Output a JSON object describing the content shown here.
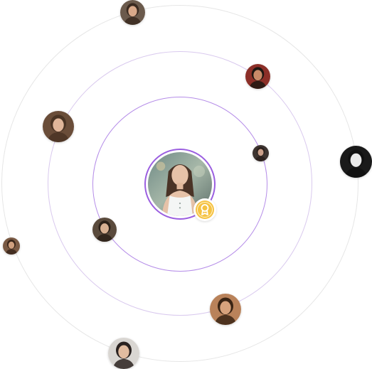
{
  "orbit": {
    "center_profile": {
      "label": "center profile",
      "ring_color": "#9b5fe0",
      "badge_icon": "ribbon-award-icon",
      "badge_color": "#f5c242"
    },
    "rings": [
      {
        "name": "inner",
        "color": "#b58de8"
      },
      {
        "name": "middle",
        "color": "#d9c9ee"
      },
      {
        "name": "outer",
        "color": "#e6e6e6"
      }
    ],
    "avatars": [
      {
        "id": "avatar-top",
        "icon": "person-avatar",
        "bg": "#6b5a4c",
        "skin": "#d9a98a",
        "hair": "#3a2a20"
      },
      {
        "id": "avatar-bearded-man",
        "icon": "person-avatar",
        "bg": "#8c2f28",
        "skin": "#c98a68",
        "hair": "#1e1712"
      },
      {
        "id": "avatar-glasses-man",
        "icon": "person-avatar",
        "bg": "#6a4d39",
        "skin": "#e0b69a",
        "hair": "#4a3424"
      },
      {
        "id": "avatar-small-right",
        "icon": "person-avatar",
        "bg": "#3d3430",
        "skin": "#caa08a",
        "hair": "#2a201c"
      },
      {
        "id": "avatar-painted-face",
        "icon": "person-avatar",
        "bg": "#1a1a1a",
        "skin": "#eaeaea",
        "hair": "#111111"
      },
      {
        "id": "avatar-left-woman",
        "icon": "person-avatar",
        "bg": "#5a4a3c",
        "skin": "#d8b092",
        "hair": "#2c2018"
      },
      {
        "id": "avatar-far-left",
        "icon": "person-avatar",
        "bg": "#7a5a44",
        "skin": "#cf9f7e",
        "hair": "#3a261a"
      },
      {
        "id": "avatar-bottom-right",
        "icon": "person-avatar",
        "bg": "#b9825a",
        "skin": "#d7a27c",
        "hair": "#3a2414"
      },
      {
        "id": "avatar-bottom",
        "icon": "person-avatar",
        "bg": "#d9d6d2",
        "skin": "#e2bca0",
        "hair": "#2a2220"
      }
    ]
  }
}
